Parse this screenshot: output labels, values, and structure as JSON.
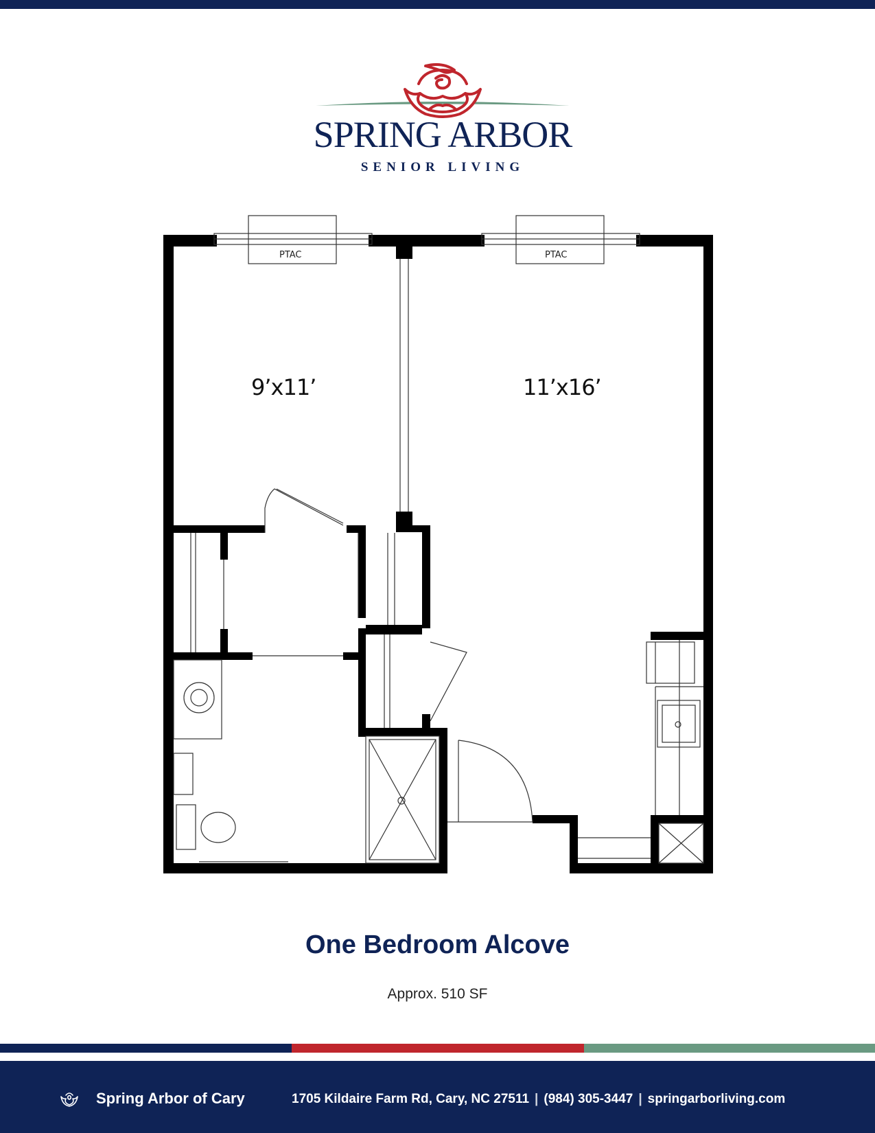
{
  "brand": {
    "name": "SPRING ARBOR",
    "tagline": "SENIOR LIVING",
    "colors": {
      "navy": "#0f2356",
      "red": "#c0262d",
      "green": "#6a9a82"
    },
    "icon": "rose-logo-icon"
  },
  "floor_plan": {
    "rooms": [
      {
        "label": "9’x11’"
      },
      {
        "label": "11’x16’"
      }
    ],
    "ptac_labels": [
      "PTAC",
      "PTAC"
    ]
  },
  "unit": {
    "title": "One Bedroom Alcove",
    "area": "Approx. 510 SF"
  },
  "footer": {
    "community": "Spring Arbor of Cary",
    "address": "1705 Kildaire Farm Rd, Cary, NC 27511",
    "phone": "(984) 305-3447",
    "website": "springarborliving.com",
    "separator": "|"
  }
}
